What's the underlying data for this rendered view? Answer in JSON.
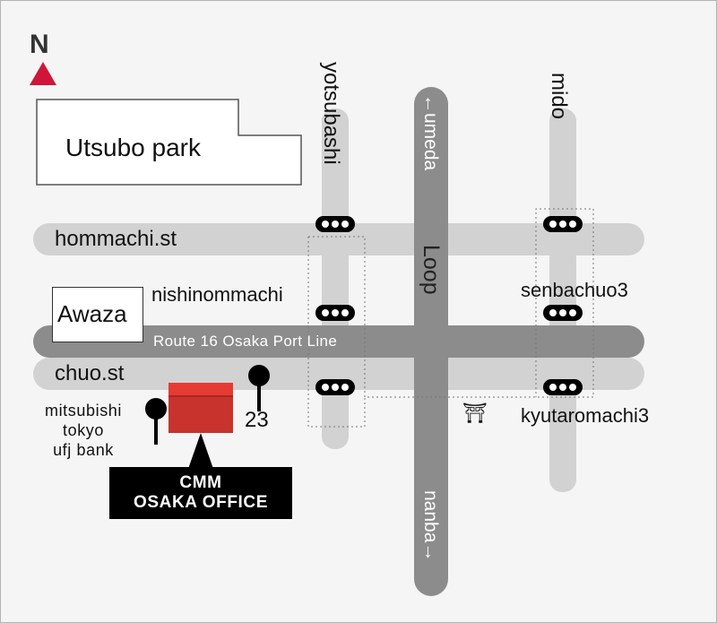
{
  "compass": {
    "letter": "N"
  },
  "park": {
    "name": "Utsubo park"
  },
  "station": {
    "name": "Awaza"
  },
  "streets": {
    "hommachi": "hommachi.st",
    "route16": "Route 16 Osaka Port Line",
    "chuo": "chuo.st",
    "yotsubashi": "yotsubashi",
    "mido": "mido",
    "loop": "Loop",
    "umeda": "←umeda",
    "nanba": "nanba→"
  },
  "stations": {
    "nishinommachi": "nishinommachi",
    "senbachuo3": "senbachuo3",
    "kyutaromachi3": "kyutaromachi3"
  },
  "landmarks": {
    "bank": [
      "mitsubishi",
      "tokyo",
      "ufj bank"
    ],
    "pin23": "23",
    "shrine_symbol": "⛩"
  },
  "office": {
    "line1": "CMM",
    "line2": "OSAKA OFFICE"
  },
  "colors": {
    "office_red": "#d0312d",
    "north_arrow": "#d0153a",
    "light_road": "#d2d2d2",
    "dark_road": "#8c8c8c"
  }
}
